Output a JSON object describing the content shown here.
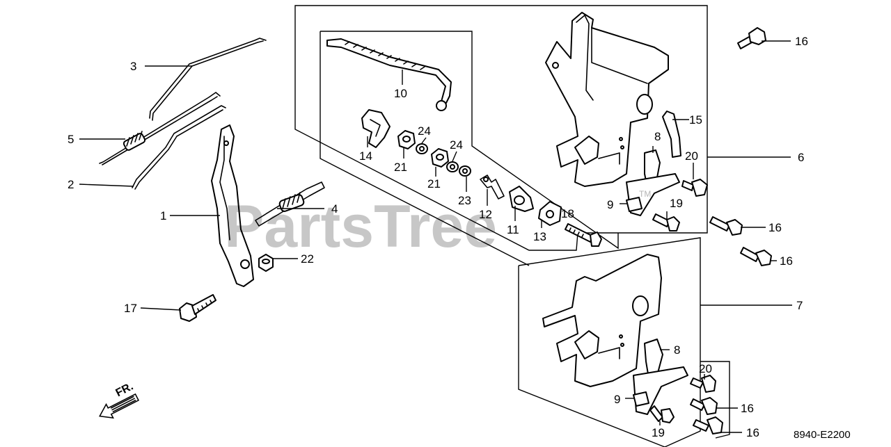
{
  "watermark": {
    "brand": "PartsTree",
    "trademark": "TM"
  },
  "direction_label": "FR.",
  "diagram_code": "8940-E2200",
  "callouts": {
    "c1": "1",
    "c2": "2",
    "c3": "3",
    "c4": "4",
    "c5": "5",
    "c6": "6",
    "c7": "7",
    "c8a": "8",
    "c8b": "8",
    "c9a": "9",
    "c9b": "9",
    "c10": "10",
    "c11": "11",
    "c12": "12",
    "c13": "13",
    "c14": "14",
    "c15": "15",
    "c16a": "16",
    "c16b": "16",
    "c16c": "16",
    "c16d": "16",
    "c16e": "16",
    "c17": "17",
    "c18": "18",
    "c19a": "19",
    "c19b": "19",
    "c20a": "20",
    "c20b": "20",
    "c21a": "21",
    "c21b": "21",
    "c22": "22",
    "c23": "23",
    "c24a": "24",
    "c24b": "24"
  }
}
